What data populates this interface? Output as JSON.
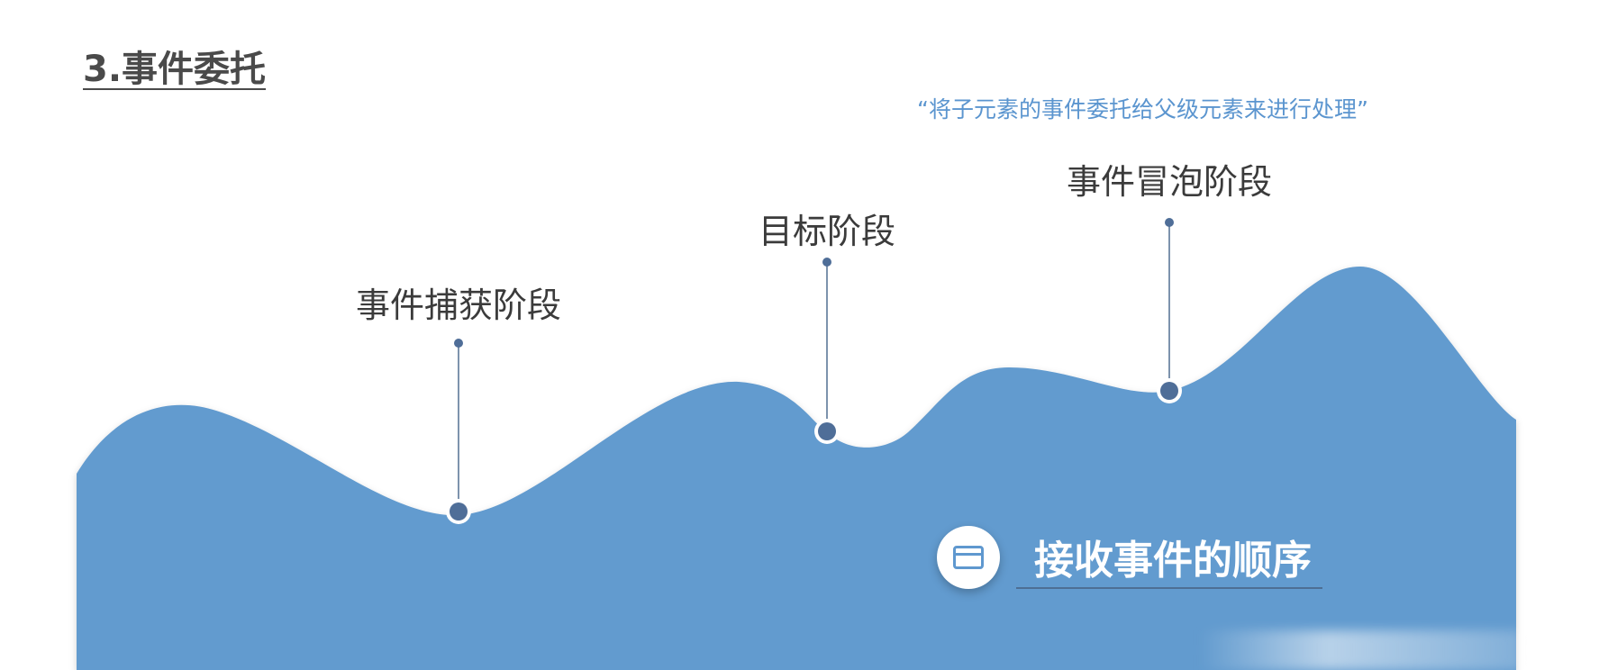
{
  "title": "3.事件委托",
  "quote": "“将子元素的事件委托给父级元素来进行处理”",
  "stages": [
    {
      "label": "事件捕获阶段"
    },
    {
      "label": "目标阶段"
    },
    {
      "label": "事件冒泡阶段"
    }
  ],
  "order": {
    "label": "接收事件的顺序",
    "icon": "browser-window-icon"
  },
  "colors": {
    "wave": "#629bcf",
    "marker": "#4f6e98",
    "quote": "#5b95cf",
    "title": "#4a4a4a"
  }
}
